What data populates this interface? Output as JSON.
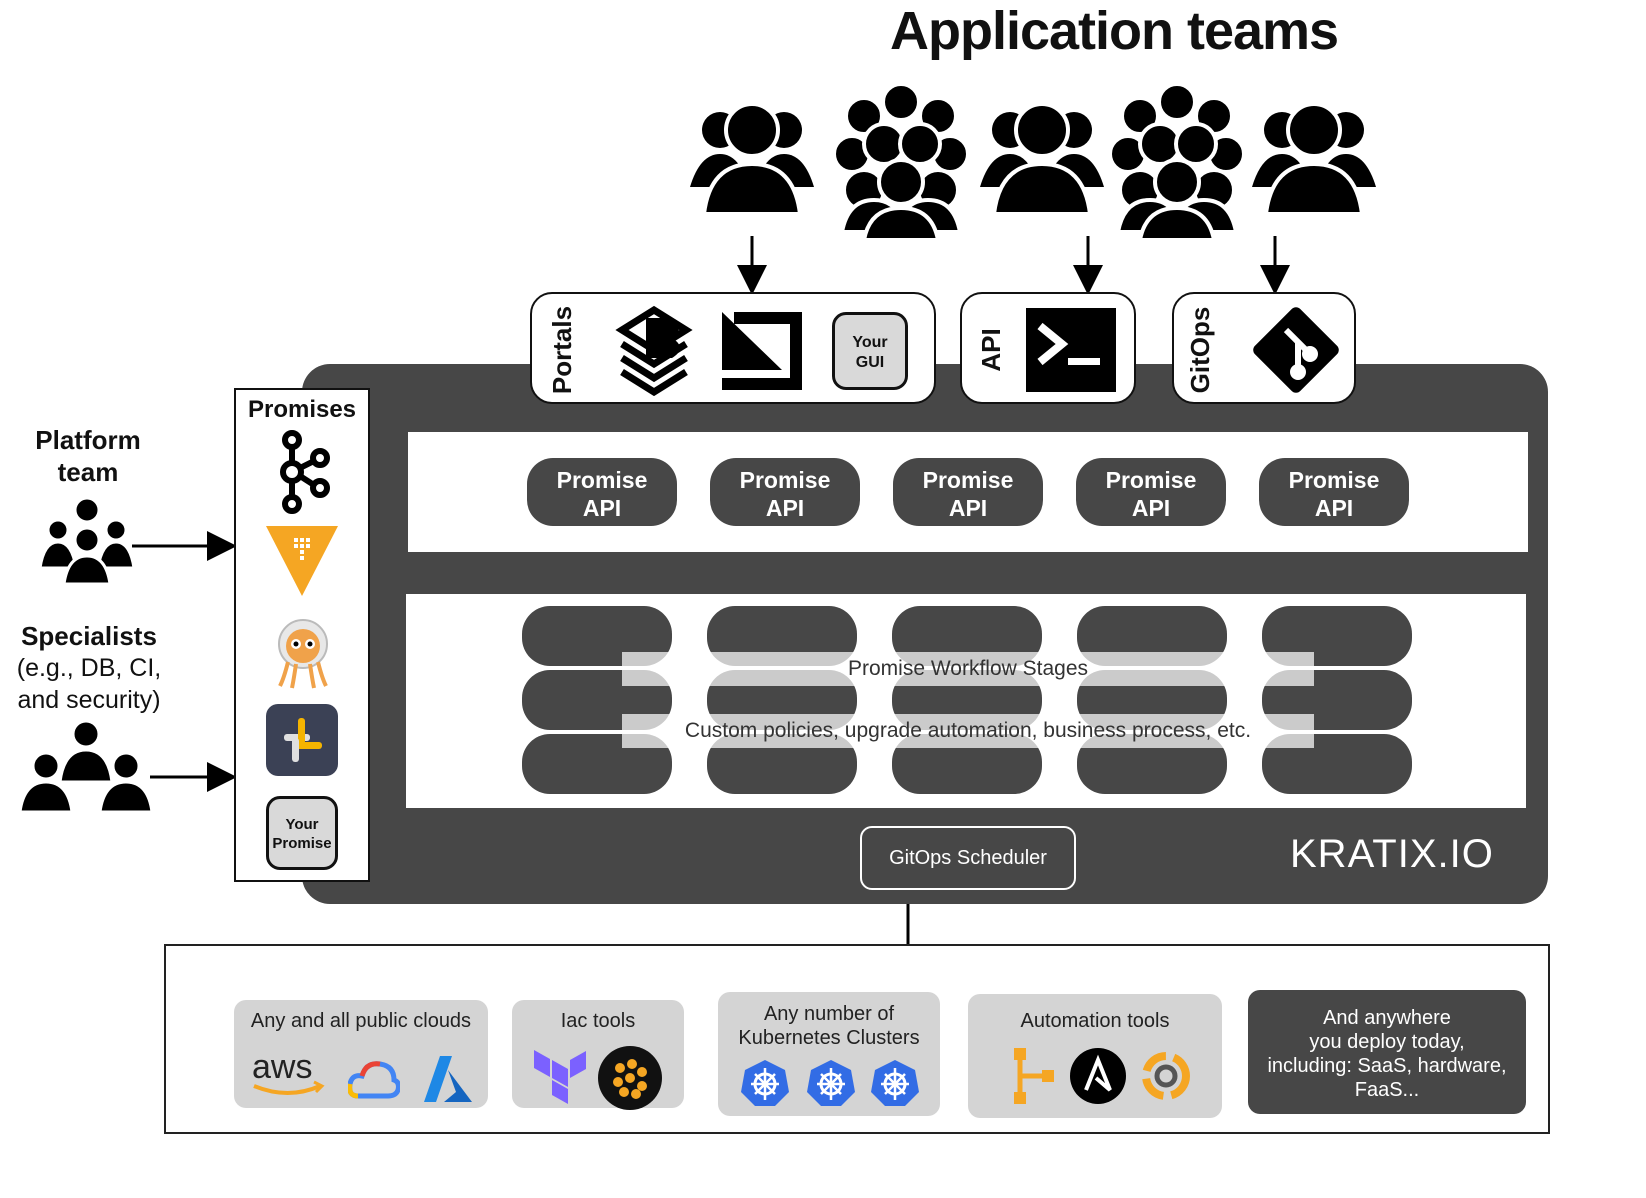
{
  "title": "Application teams",
  "interfaces": {
    "portals": {
      "label": "Portals",
      "your_gui_line1": "Your",
      "your_gui_line2": "GUI",
      "icons": [
        "backstage-icon",
        "port-icon"
      ]
    },
    "api": {
      "label": "API",
      "icons": [
        "terminal-icon"
      ]
    },
    "gitops": {
      "label": "GitOps",
      "icons": [
        "git-icon"
      ]
    }
  },
  "promises_panel": {
    "heading": "Promises",
    "icons": [
      "kafka-icon",
      "vault-icon",
      "argo-icon",
      "slack-icon"
    ],
    "your_promise_line1": "Your",
    "your_promise_line2": "Promise"
  },
  "platform_team": {
    "line1": "Platform",
    "line2": "team"
  },
  "specialists": {
    "line1": "Specialists",
    "line2": "(e.g., DB, CI,",
    "line3": "and security)"
  },
  "promise_apis": [
    {
      "line1": "Promise",
      "line2": "API"
    },
    {
      "line1": "Promise",
      "line2": "API"
    },
    {
      "line1": "Promise",
      "line2": "API"
    },
    {
      "line1": "Promise",
      "line2": "API"
    },
    {
      "line1": "Promise",
      "line2": "API"
    }
  ],
  "workflow": {
    "stages_label": "Promise Workflow Stages",
    "custom_label": "Custom policies, upgrade automation, business process, etc."
  },
  "gitops_scheduler": "GitOps Scheduler",
  "brand": "KRATIX.IO",
  "destinations": [
    {
      "label": "Any and all public clouds",
      "icons": [
        "aws-icon",
        "gcp-icon",
        "azure-icon"
      ]
    },
    {
      "label": "Iac tools",
      "icons": [
        "terraform-icon",
        "pulumi-icon"
      ]
    },
    {
      "label_line1": "Any number of",
      "label_line2": "Kubernetes Clusters",
      "icons": [
        "kubernetes-icon",
        "kubernetes-icon",
        "kubernetes-icon"
      ]
    },
    {
      "label": "Automation tools",
      "icons": [
        "automation-icon",
        "ansible-icon",
        "crossplane-icon"
      ]
    },
    {
      "line1": "And anywhere",
      "line2": "you deploy today,",
      "line3": "including: SaaS, hardware,",
      "line4": "FaaS..."
    }
  ],
  "colors": {
    "dark": "#474747",
    "card": "#d4d4d4",
    "accent_yellow": "#f5a623",
    "k8s_blue": "#326ce5"
  }
}
